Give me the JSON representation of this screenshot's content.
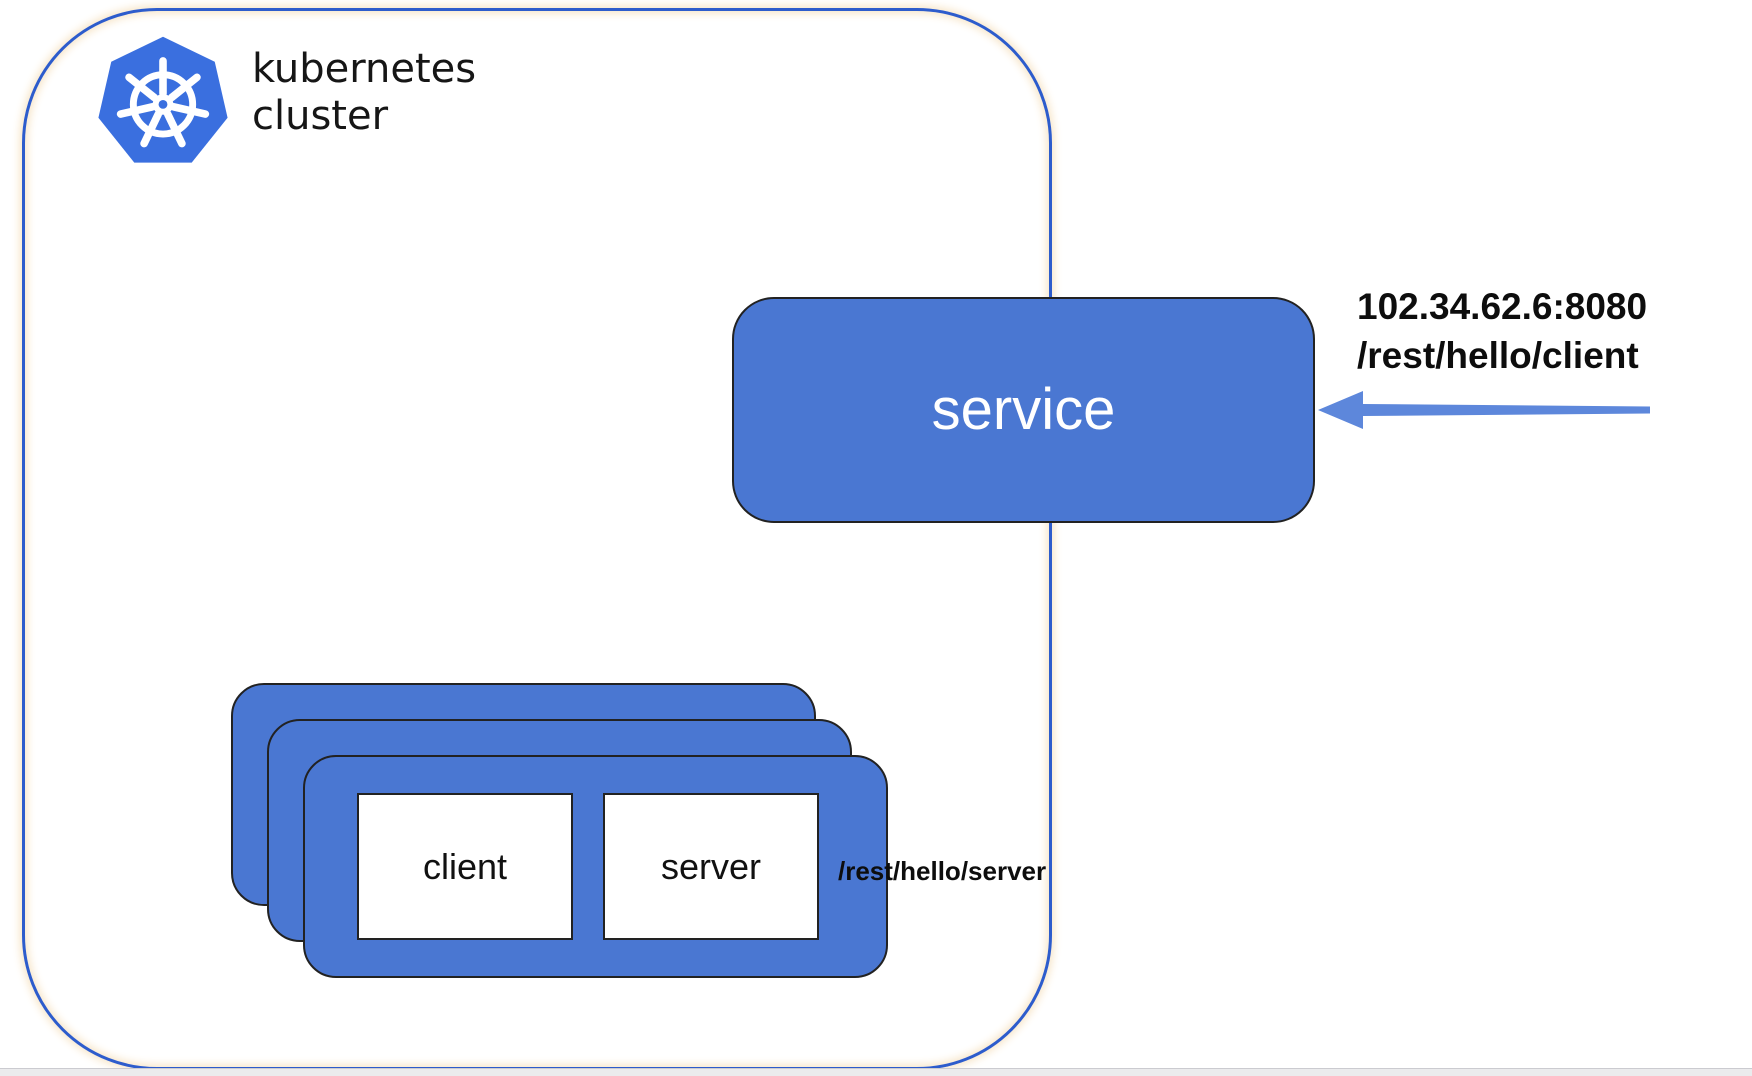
{
  "colors": {
    "k8s_blue": "#3a6fdf",
    "node_fill": "#4a77d2",
    "node_border": "#222222",
    "cluster_border": "#2d5ccc",
    "cluster_glow": "#f6e3c4",
    "arrow_blue": "#5d87db",
    "strip_gray": "#ebebed"
  },
  "cluster": {
    "label_line1": "kubernetes",
    "label_line2": "cluster",
    "logo_icon": "kubernetes-wheel-icon"
  },
  "service": {
    "label": "service"
  },
  "endpoint": {
    "address": "102.34.62.6:8080",
    "path": "/rest/hello/client",
    "arrow_icon": "left-arrow-icon"
  },
  "pods": {
    "replica_count": 3,
    "client_label": "client",
    "server_label": "server",
    "server_path": "/rest/hello/server"
  }
}
